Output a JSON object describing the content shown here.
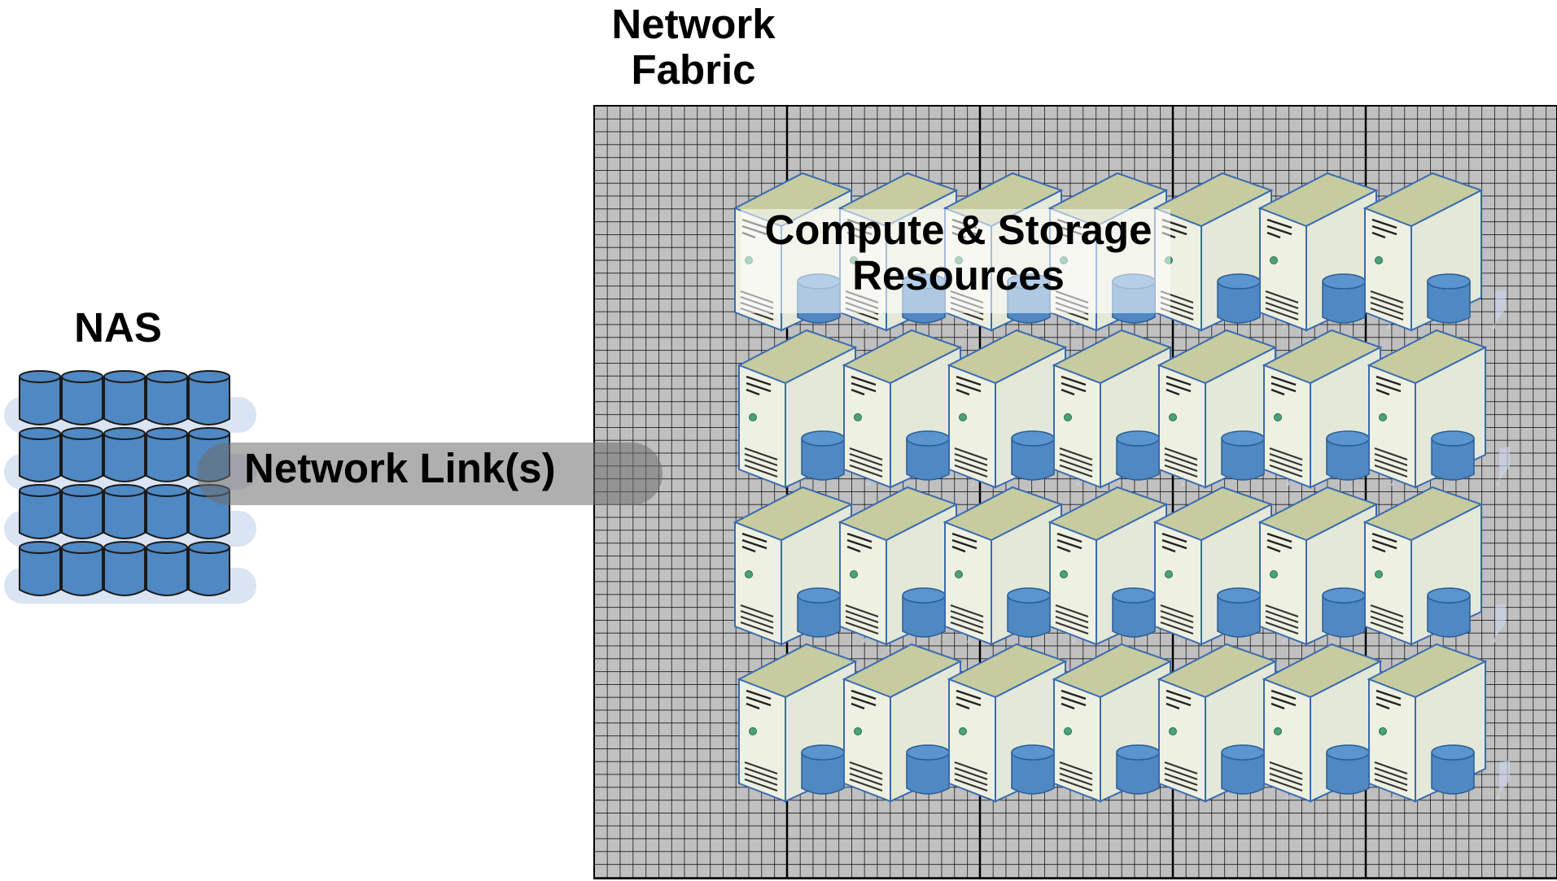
{
  "diagram": {
    "fabric_label_line1": "Network",
    "fabric_label_line2": "Fabric",
    "nas_label": "NAS",
    "link_label": "Network Link(s)",
    "compute_label_line1": "Compute & Storage",
    "compute_label_line2": "Resources"
  },
  "colors": {
    "fabric_fill": "#c0c0c0",
    "fabric_grid": "#000000",
    "disk_blue": "#4f88c2",
    "server_body": "#eef0e2",
    "server_top": "#c6cca0",
    "link_band": "#888888"
  },
  "layout_counts": {
    "nas_rows": 4,
    "nas_cols": 5,
    "server_rows": 4,
    "server_cols": 7
  }
}
